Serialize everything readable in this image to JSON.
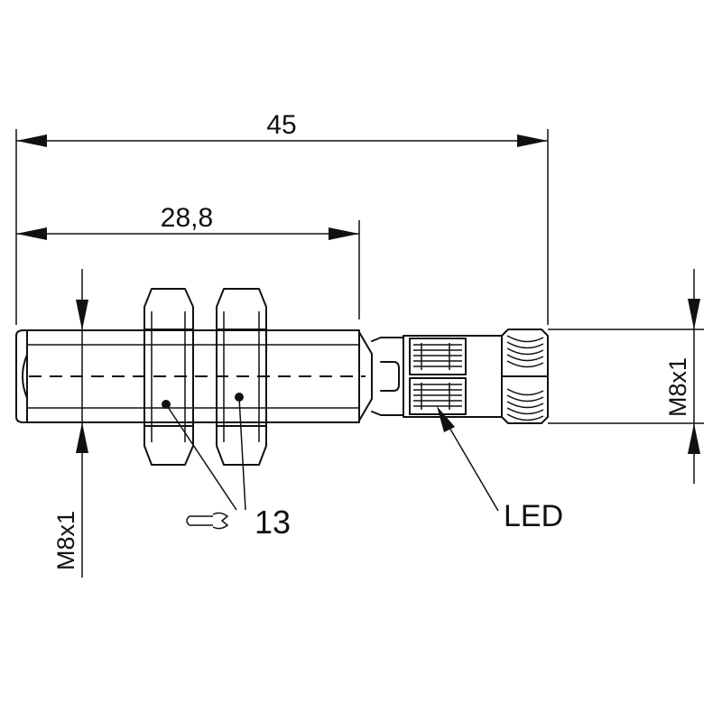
{
  "dimensions": {
    "overall_length": "45",
    "thread_length": "28,8",
    "thread_left": "M8x1",
    "thread_right": "M8x1"
  },
  "labels": {
    "wrench_size": "13",
    "led": "LED"
  },
  "icons": {
    "wrench": "wrench-icon"
  },
  "colors": {
    "line": "#111111",
    "background": "#ffffff"
  }
}
